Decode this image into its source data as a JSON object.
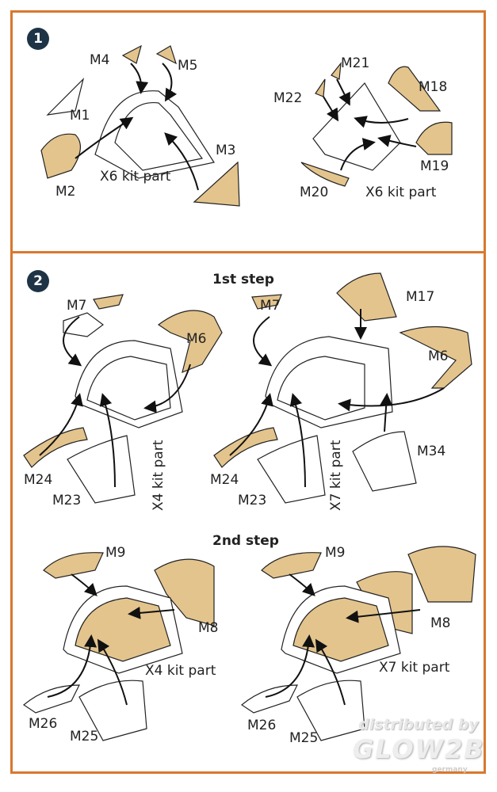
{
  "colors": {
    "frame": "#d9782d",
    "badge": "#1e3346",
    "mask": "#e3c48d"
  },
  "step1": {
    "number": "1",
    "left": {
      "labels": [
        "M1",
        "M2",
        "M3",
        "M4",
        "M5"
      ],
      "kit": "X6 kit part"
    },
    "right": {
      "labels": [
        "M18",
        "M19",
        "M20",
        "M21",
        "M22"
      ],
      "kit": "X6 kit part"
    }
  },
  "step2": {
    "number": "2",
    "first_heading": "1st step",
    "second_heading": "2nd step",
    "a": {
      "m7": "M7",
      "m6": "M6",
      "m24": "M24",
      "m23": "M23",
      "kit": "X4 kit part"
    },
    "b": {
      "m7": "M7",
      "m17": "M17",
      "m6": "M6",
      "m24": "M24",
      "m23": "M23",
      "m34": "M34",
      "kit": "X7 kit part"
    },
    "c": {
      "m9": "M9",
      "m8": "M8",
      "m26": "M26",
      "m25": "M25",
      "kit": "X4 kit part"
    },
    "d": {
      "m9": "M9",
      "m8": "M8",
      "m26": "M26",
      "m25": "M25",
      "kit": "X7 kit part"
    }
  },
  "watermark": {
    "line1": "distributed by",
    "line2": "GLOW2B",
    "line3": "germany"
  }
}
